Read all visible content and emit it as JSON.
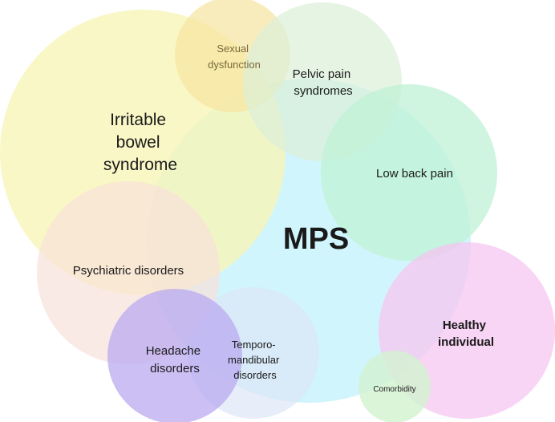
{
  "diagram": {
    "center_label": "MPS",
    "labels": {
      "ibs": [
        "Irritable",
        "bowel",
        "syndrome"
      ],
      "sexual": [
        "Sexual",
        "dysfunction"
      ],
      "pelvic": [
        "Pelvic pain",
        "syndromes"
      ],
      "lowback": [
        "Low back pain"
      ],
      "psych": [
        "Psychiatric disorders"
      ],
      "healthy": [
        "Healthy",
        "individual"
      ],
      "headache": [
        "Headache",
        "disorders"
      ],
      "tmd": [
        "Temporo-",
        "mandibular",
        "disorders"
      ],
      "comorbidity": [
        "Comorbidity"
      ]
    },
    "colors": {
      "mps": "#c9f3fb",
      "ibs": "#f7f5b8",
      "sexual": "#f7e4a0",
      "pelvic": "#dcefd8",
      "lowback": "#bff2d6",
      "psych": "#f8e1da",
      "healthy": "#f6c6f2",
      "headache": "#b9aaf0",
      "tmd": "#dde6f6",
      "comorbidity": "#d2f3cf"
    }
  }
}
